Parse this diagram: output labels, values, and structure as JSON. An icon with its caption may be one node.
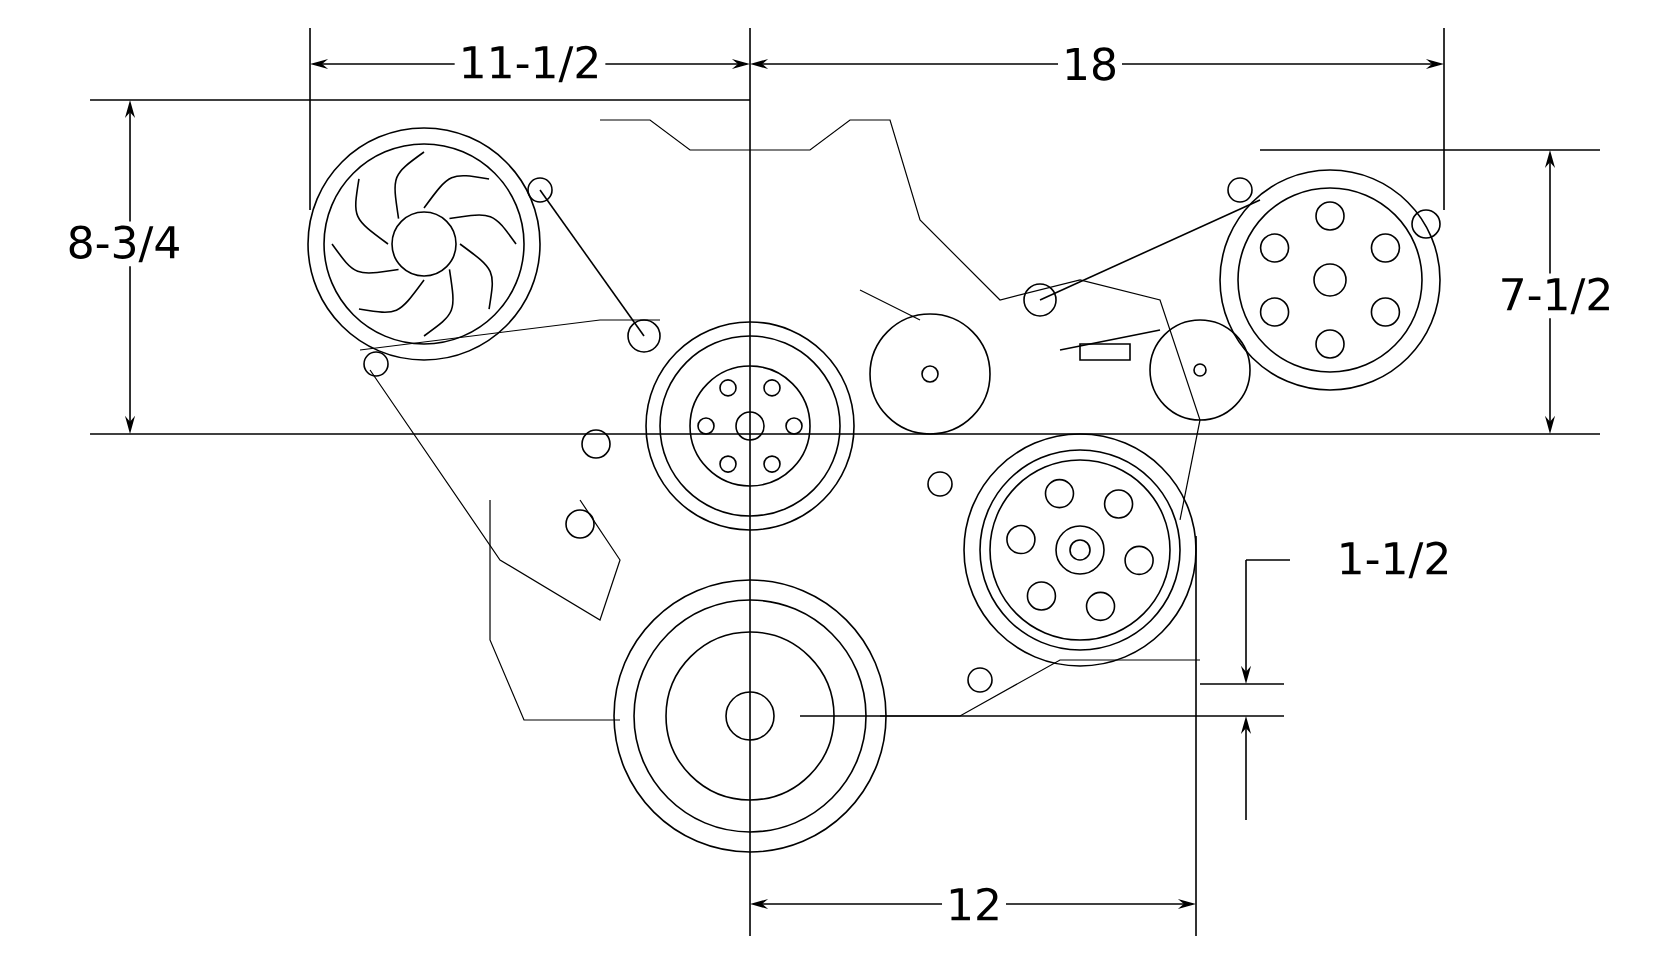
{
  "diagram": {
    "labels": [
      "11-1/2",
      "18",
      "8-3/4",
      "7-1/2",
      "1-1/2",
      "12"
    ]
  }
}
